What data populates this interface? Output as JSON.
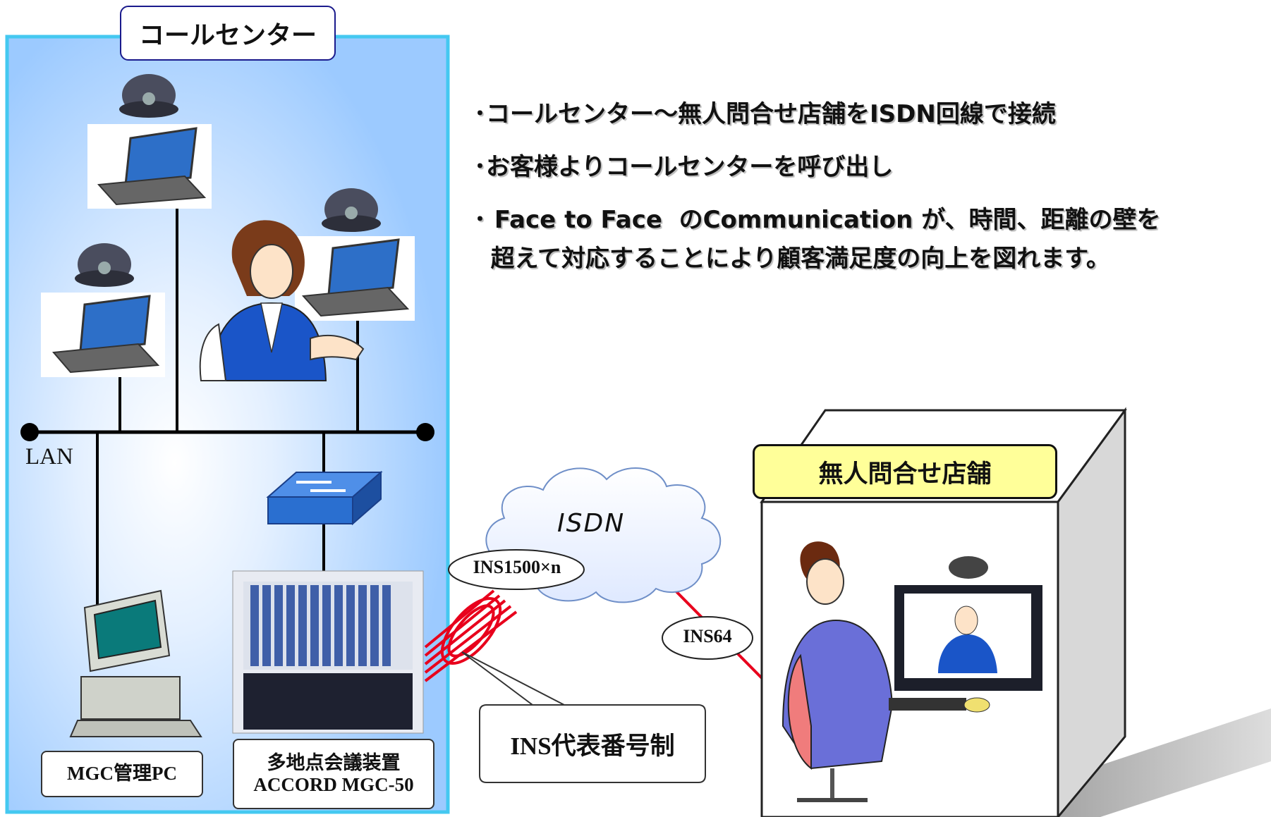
{
  "call_center": {
    "title": "コールセンター",
    "lan_label": "LAN",
    "pc_label": "MGC管理PC",
    "mgc_label_line1": "多地点会議装置",
    "mgc_label_line2": "ACCORD MGC-50"
  },
  "bullets": [
    "･コールセンター～無人問合せ店舗をISDN回線で接続",
    "･お客様よりコールセンターを呼び出し",
    "･ Face to Face  のCommunication が、時間、距離の壁を",
    "  超えて対応することにより顧客満足度の向上を図れます。"
  ],
  "network": {
    "cloud_label": "ISDN",
    "trunk_label": "INS1500×n",
    "line_label": "INS64",
    "callout_label": "INS代表番号制"
  },
  "shop": {
    "title": "無人問合せ店舗"
  },
  "colors": {
    "call_center_border": "#44c8f0",
    "call_center_fill": "#a8d4ff",
    "shop_title_fill": "#ffff99",
    "isdn_line": "#e8001c",
    "switch": "#2a6fd0"
  }
}
